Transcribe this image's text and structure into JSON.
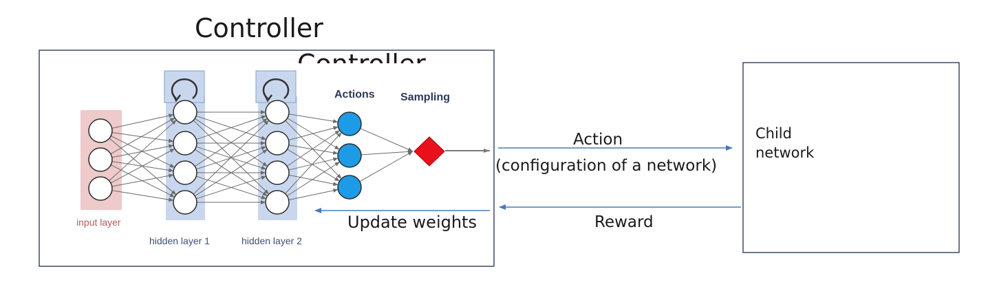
{
  "title": "Controller",
  "ghost_title": "Controller",
  "network": {
    "input_layer_label": "input layer",
    "hidden_layer_1_label": "hidden layer 1",
    "hidden_layer_2_label": "hidden layer 2",
    "actions_label": "Actions",
    "sampling_label": "Sampling",
    "input_nodes": 3,
    "hidden_layer_1_nodes": 4,
    "hidden_layer_2_nodes": 4,
    "action_nodes": 3
  },
  "arrows": {
    "action_label": "Action",
    "action_sublabel": "(configuration of a network)",
    "update_label": "Update weights",
    "reward_label": "Reward"
  },
  "child": {
    "label": "Child\nnetwork"
  },
  "colors": {
    "input_band": "#eecaca",
    "hidden_band": "#c9d7ee",
    "action_node": "#1e9be6",
    "sampling_diamond": "#e8101a",
    "arrow": "#4a78b8",
    "edge": "#6a6a6a"
  }
}
